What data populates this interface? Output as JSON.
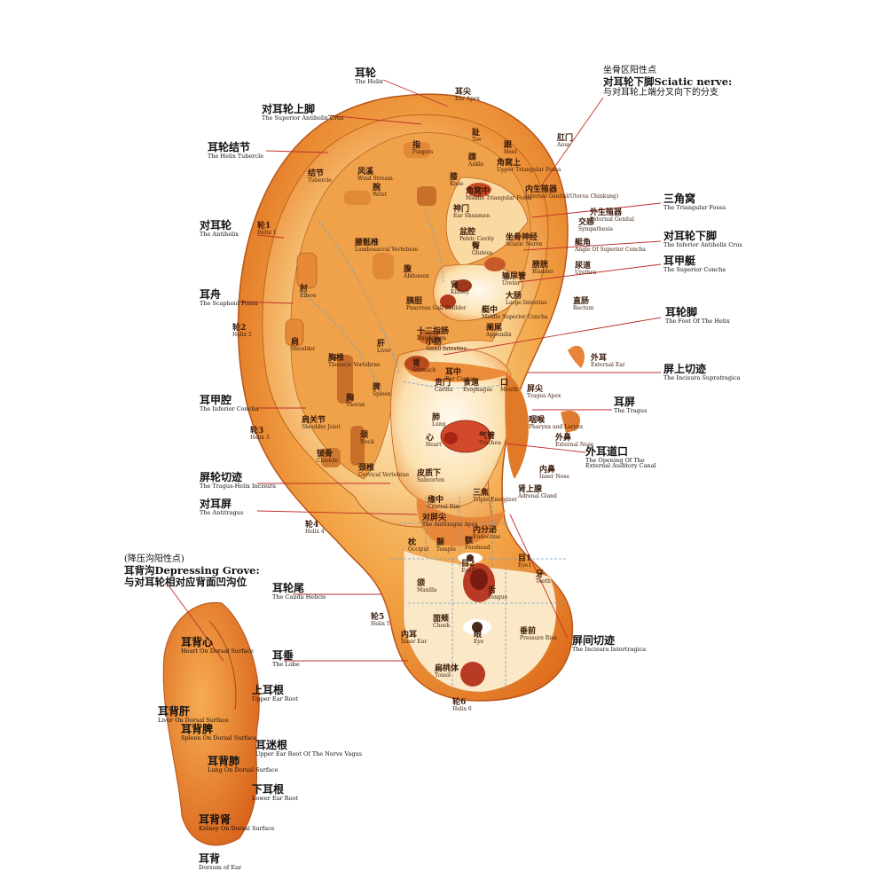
{
  "colors": {
    "ear_outer": "#e8842a",
    "ear_mid": "#f2a545",
    "ear_light": "#f8d08a",
    "ear_pale": "#fbe9c8",
    "line": "#c0302a",
    "grid": "#6aa0c8",
    "back_ear": "#e0701e"
  },
  "labels": [
    {
      "id": "helix",
      "zh": "耳轮",
      "en": "The Helix"
    },
    {
      "id": "superior-antihelix-crus",
      "zh": "对耳轮上脚",
      "en": "The Superior Antihelix Crus"
    },
    {
      "id": "helix-tubercle",
      "zh": "耳轮结节",
      "en": "The Helix Tubercle"
    },
    {
      "id": "antihelix",
      "zh": "对耳轮",
      "en": "The Antihelix"
    },
    {
      "id": "scaphoid-fossa",
      "zh": "耳舟",
      "en": "The Scaphoid Fossa"
    },
    {
      "id": "inferior-concha",
      "zh": "耳甲腔",
      "en": "The Inferior Concha"
    },
    {
      "id": "tragus-helix-incisura",
      "zh": "屏轮切迹",
      "en": "The Tragus-Helix Incisura"
    },
    {
      "id": "antitragus",
      "zh": "对耳屏",
      "en": "The Antitragus"
    },
    {
      "id": "cauda-helicis",
      "zh": "耳轮尾",
      "en": "The Cauda Helicis"
    },
    {
      "id": "lobe",
      "zh": "耳垂",
      "en": "The Lobe"
    },
    {
      "id": "triangular-fossa",
      "zh": "三角窝",
      "en": "The Triangular Fossa"
    },
    {
      "id": "inferior-antihelix-crus",
      "zh": "对耳轮下脚",
      "en": "The Inferior Antihelix Crus"
    },
    {
      "id": "superior-concha",
      "zh": "耳甲艇",
      "en": "The Superior Concha"
    },
    {
      "id": "foot-of-helix",
      "zh": "耳轮脚",
      "en": "The Foot Of The Helix"
    },
    {
      "id": "incisura-supratragica",
      "zh": "屏上切迹",
      "en": "The Incisura Supratragica"
    },
    {
      "id": "tragus",
      "zh": "耳屏",
      "en": "The Tragus"
    },
    {
      "id": "external-auditory-canal",
      "zh": "外耳道口",
      "en": "The Opening Of The External Auditory Canal"
    },
    {
      "id": "incisura-intertragica",
      "zh": "屏间切迹",
      "en": "The Incisura Intertragica"
    }
  ],
  "notes": {
    "sciatic": {
      "l1": "坐骨区阳性点",
      "l2": "对耳轮下脚Sciatic nerve:",
      "l3": "与对耳轮上端分叉向下的分支"
    },
    "depressing": {
      "l1": "(降压沟阳性点)",
      "l2": "耳背沟Depressing Grove:",
      "l3": "与对耳轮相对应背面凹沟位"
    }
  },
  "points": [
    {
      "id": "ear-apex",
      "zh": "耳尖",
      "en": "Ear Apex"
    },
    {
      "id": "toe",
      "zh": "趾",
      "en": "Toe"
    },
    {
      "id": "anus",
      "zh": "肛门",
      "en": "Anus"
    },
    {
      "id": "fingers",
      "zh": "指",
      "en": "Fingers"
    },
    {
      "id": "heel",
      "zh": "跟",
      "en": "Heel"
    },
    {
      "id": "ankle",
      "zh": "踝",
      "en": "Ankle"
    },
    {
      "id": "upper-triangular-fossa",
      "zh": "角窝上",
      "en": "Upper Triangular Fossa"
    },
    {
      "id": "tubercle",
      "zh": "结节",
      "en": "Tubercle"
    },
    {
      "id": "wind-stream",
      "zh": "风溪",
      "en": "Wind Stream"
    },
    {
      "id": "wrist",
      "zh": "腕",
      "en": "Wrist"
    },
    {
      "id": "knee",
      "zh": "膝",
      "en": "Knee"
    },
    {
      "id": "middle-triangular-fossa",
      "zh": "角窝中",
      "en": "Middle Triangular Fossa"
    },
    {
      "id": "internal-genital",
      "zh": "内生殖器",
      "en": "Internal Genital(Uterus Chinkung)"
    },
    {
      "id": "ear-shenmen",
      "zh": "神门",
      "en": "Ear Shenmen"
    },
    {
      "id": "external-genital",
      "zh": "外生殖器",
      "en": "External Genital"
    },
    {
      "id": "sympathesia",
      "zh": "交感",
      "en": "Sympathesia"
    },
    {
      "id": "helix-1",
      "zh": "轮1",
      "en": "Helix 1"
    },
    {
      "id": "pelvic-cavity",
      "zh": "盆腔",
      "en": "Pelvic Cavity"
    },
    {
      "id": "gluteus",
      "zh": "臀",
      "en": "Gluteus"
    },
    {
      "id": "sciatic-nerve",
      "zh": "坐骨神经",
      "en": "Sciatic Nerve"
    },
    {
      "id": "angle-superior-concha",
      "zh": "艇角",
      "en": "Angle Of Superior Concha"
    },
    {
      "id": "lumbosacral",
      "zh": "腰骶椎",
      "en": "Lumbosacral Vertebrae"
    },
    {
      "id": "bladder",
      "zh": "膀胱",
      "en": "Bladder"
    },
    {
      "id": "urethra",
      "zh": "尿道",
      "en": "Urethra"
    },
    {
      "id": "abdomen",
      "zh": "腹",
      "en": "Abdomen"
    },
    {
      "id": "kidney",
      "zh": "肾",
      "en": "Kidney"
    },
    {
      "id": "ureter",
      "zh": "输尿管",
      "en": "Ureter"
    },
    {
      "id": "elbow",
      "zh": "肘",
      "en": "Elbow"
    },
    {
      "id": "pancreas",
      "zh": "胰胆",
      "en": "Pancreas Gall Bladder"
    },
    {
      "id": "large-intestine",
      "zh": "大肠",
      "en": "Large Intestine"
    },
    {
      "id": "rectum",
      "zh": "直肠",
      "en": "Rectum"
    },
    {
      "id": "mid-superior-concha",
      "zh": "艇中",
      "en": "Middle Superior Concha"
    },
    {
      "id": "helix-2",
      "zh": "轮2",
      "en": "Helix 2"
    },
    {
      "id": "duodenum",
      "zh": "十二指肠",
      "en": "Duodenum"
    },
    {
      "id": "appendix",
      "zh": "阑尾",
      "en": "Appendix"
    },
    {
      "id": "small-intestine",
      "zh": "小肠",
      "en": "Small Intestine"
    },
    {
      "id": "shoulder",
      "zh": "肩",
      "en": "Shoulder"
    },
    {
      "id": "liver",
      "zh": "肝",
      "en": "Liver"
    },
    {
      "id": "thoracic",
      "zh": "胸椎",
      "en": "Thoracic Vertebrae"
    },
    {
      "id": "external-ear",
      "zh": "外耳",
      "en": "External Ear"
    },
    {
      "id": "stomach",
      "zh": "胃",
      "en": "Stomach"
    },
    {
      "id": "ear-center",
      "zh": "耳中",
      "en": "Ear Center"
    },
    {
      "id": "cardia",
      "zh": "贲门",
      "en": "Cardia"
    },
    {
      "id": "esophagus",
      "zh": "食道",
      "en": "Esophagus"
    },
    {
      "id": "mouth",
      "zh": "口",
      "en": "Mouth"
    },
    {
      "id": "tragus-apex",
      "zh": "屏尖",
      "en": "Tragus Apex"
    },
    {
      "id": "spleen",
      "zh": "脾",
      "en": "Spleen"
    },
    {
      "id": "thorax",
      "zh": "胸",
      "en": "Thorax"
    },
    {
      "id": "lung",
      "zh": "肺",
      "en": "Lung"
    },
    {
      "id": "pharynx",
      "zh": "咽喉",
      "en": "Pharynx and Larynx"
    },
    {
      "id": "shoulder-joint",
      "zh": "肩关节",
      "en": "Shoulder Joint"
    },
    {
      "id": "helix-3",
      "zh": "轮3",
      "en": "Helix 3"
    },
    {
      "id": "heart",
      "zh": "心",
      "en": "Heart"
    },
    {
      "id": "trachea",
      "zh": "气管",
      "en": "Trachea"
    },
    {
      "id": "external-nose",
      "zh": "外鼻",
      "en": "External Nose"
    },
    {
      "id": "neck",
      "zh": "颈",
      "en": "Neck"
    },
    {
      "id": "clavicle",
      "zh": "锁骨",
      "en": "Clavicle"
    },
    {
      "id": "cervical",
      "zh": "颈椎",
      "en": "Cervical Vertebrae"
    },
    {
      "id": "subcortex",
      "zh": "皮质下",
      "en": "Subcortex"
    },
    {
      "id": "inner-nose",
      "zh": "内鼻",
      "en": "Inner Nose"
    },
    {
      "id": "adrenal",
      "zh": "肾上腺",
      "en": "Adrenal Gland"
    },
    {
      "id": "central-rim",
      "zh": "缘中",
      "en": "Central Rim"
    },
    {
      "id": "triple-energizer",
      "zh": "三焦",
      "en": "Triple Energizer"
    },
    {
      "id": "antitragus-apex",
      "zh": "对屏尖",
      "en": "The Antitragus Apex"
    },
    {
      "id": "helix-4",
      "zh": "轮4",
      "en": "Helix 4"
    },
    {
      "id": "endocrine",
      "zh": "内分泌",
      "en": "Endocrine"
    },
    {
      "id": "occiput",
      "zh": "枕",
      "en": "Occiput"
    },
    {
      "id": "temple",
      "zh": "颞",
      "en": "Temple"
    },
    {
      "id": "forehead",
      "zh": "额",
      "en": "Forehead"
    },
    {
      "id": "eye2",
      "zh": "目2",
      "en": "Eye2"
    },
    {
      "id": "eye1",
      "zh": "目1",
      "en": "Eye1"
    },
    {
      "id": "teeth",
      "zh": "牙",
      "en": "Teeth"
    },
    {
      "id": "maxilla",
      "zh": "颌",
      "en": "Maxilla"
    },
    {
      "id": "tongue",
      "zh": "舌",
      "en": "Tongue"
    },
    {
      "id": "helix-5",
      "zh": "轮5",
      "en": "Helix 5"
    },
    {
      "id": "cheek",
      "zh": "面颊",
      "en": "Cheek"
    },
    {
      "id": "inner-ear",
      "zh": "内耳",
      "en": "Inner Ear"
    },
    {
      "id": "eye",
      "zh": "眼",
      "en": "Eye"
    },
    {
      "id": "pressure-rise",
      "zh": "垂前",
      "en": "Pressure Rise"
    },
    {
      "id": "tonsil",
      "zh": "扁桃体",
      "en": "Tonsil"
    },
    {
      "id": "helix-6",
      "zh": "轮6",
      "en": "Helix 6"
    }
  ],
  "back": [
    {
      "id": "heart-dorsal",
      "zh": "耳背心",
      "en": "Heart On Dorsal Surface"
    },
    {
      "id": "upper-ear-root",
      "zh": "上耳根",
      "en": "Upper Ear Root"
    },
    {
      "id": "liver-dorsal",
      "zh": "耳背肝",
      "en": "Liver On Dorsal Surface"
    },
    {
      "id": "spleen-dorsal",
      "zh": "耳背脾",
      "en": "Spleen On Dorsal Surface"
    },
    {
      "id": "vagus-root",
      "zh": "耳迷根",
      "en": "Upper Ear Root Of The Nerve Vagus"
    },
    {
      "id": "lung-dorsal",
      "zh": "耳背肺",
      "en": "Lung On Dorsal Surface"
    },
    {
      "id": "lower-ear-root",
      "zh": "下耳根",
      "en": "Lower Ear Root"
    },
    {
      "id": "kidney-dorsal",
      "zh": "耳背肾",
      "en": "Kidney On Dorsal Surface"
    },
    {
      "id": "dorsum",
      "zh": "耳背",
      "en": "Dorsum of Ear"
    }
  ]
}
